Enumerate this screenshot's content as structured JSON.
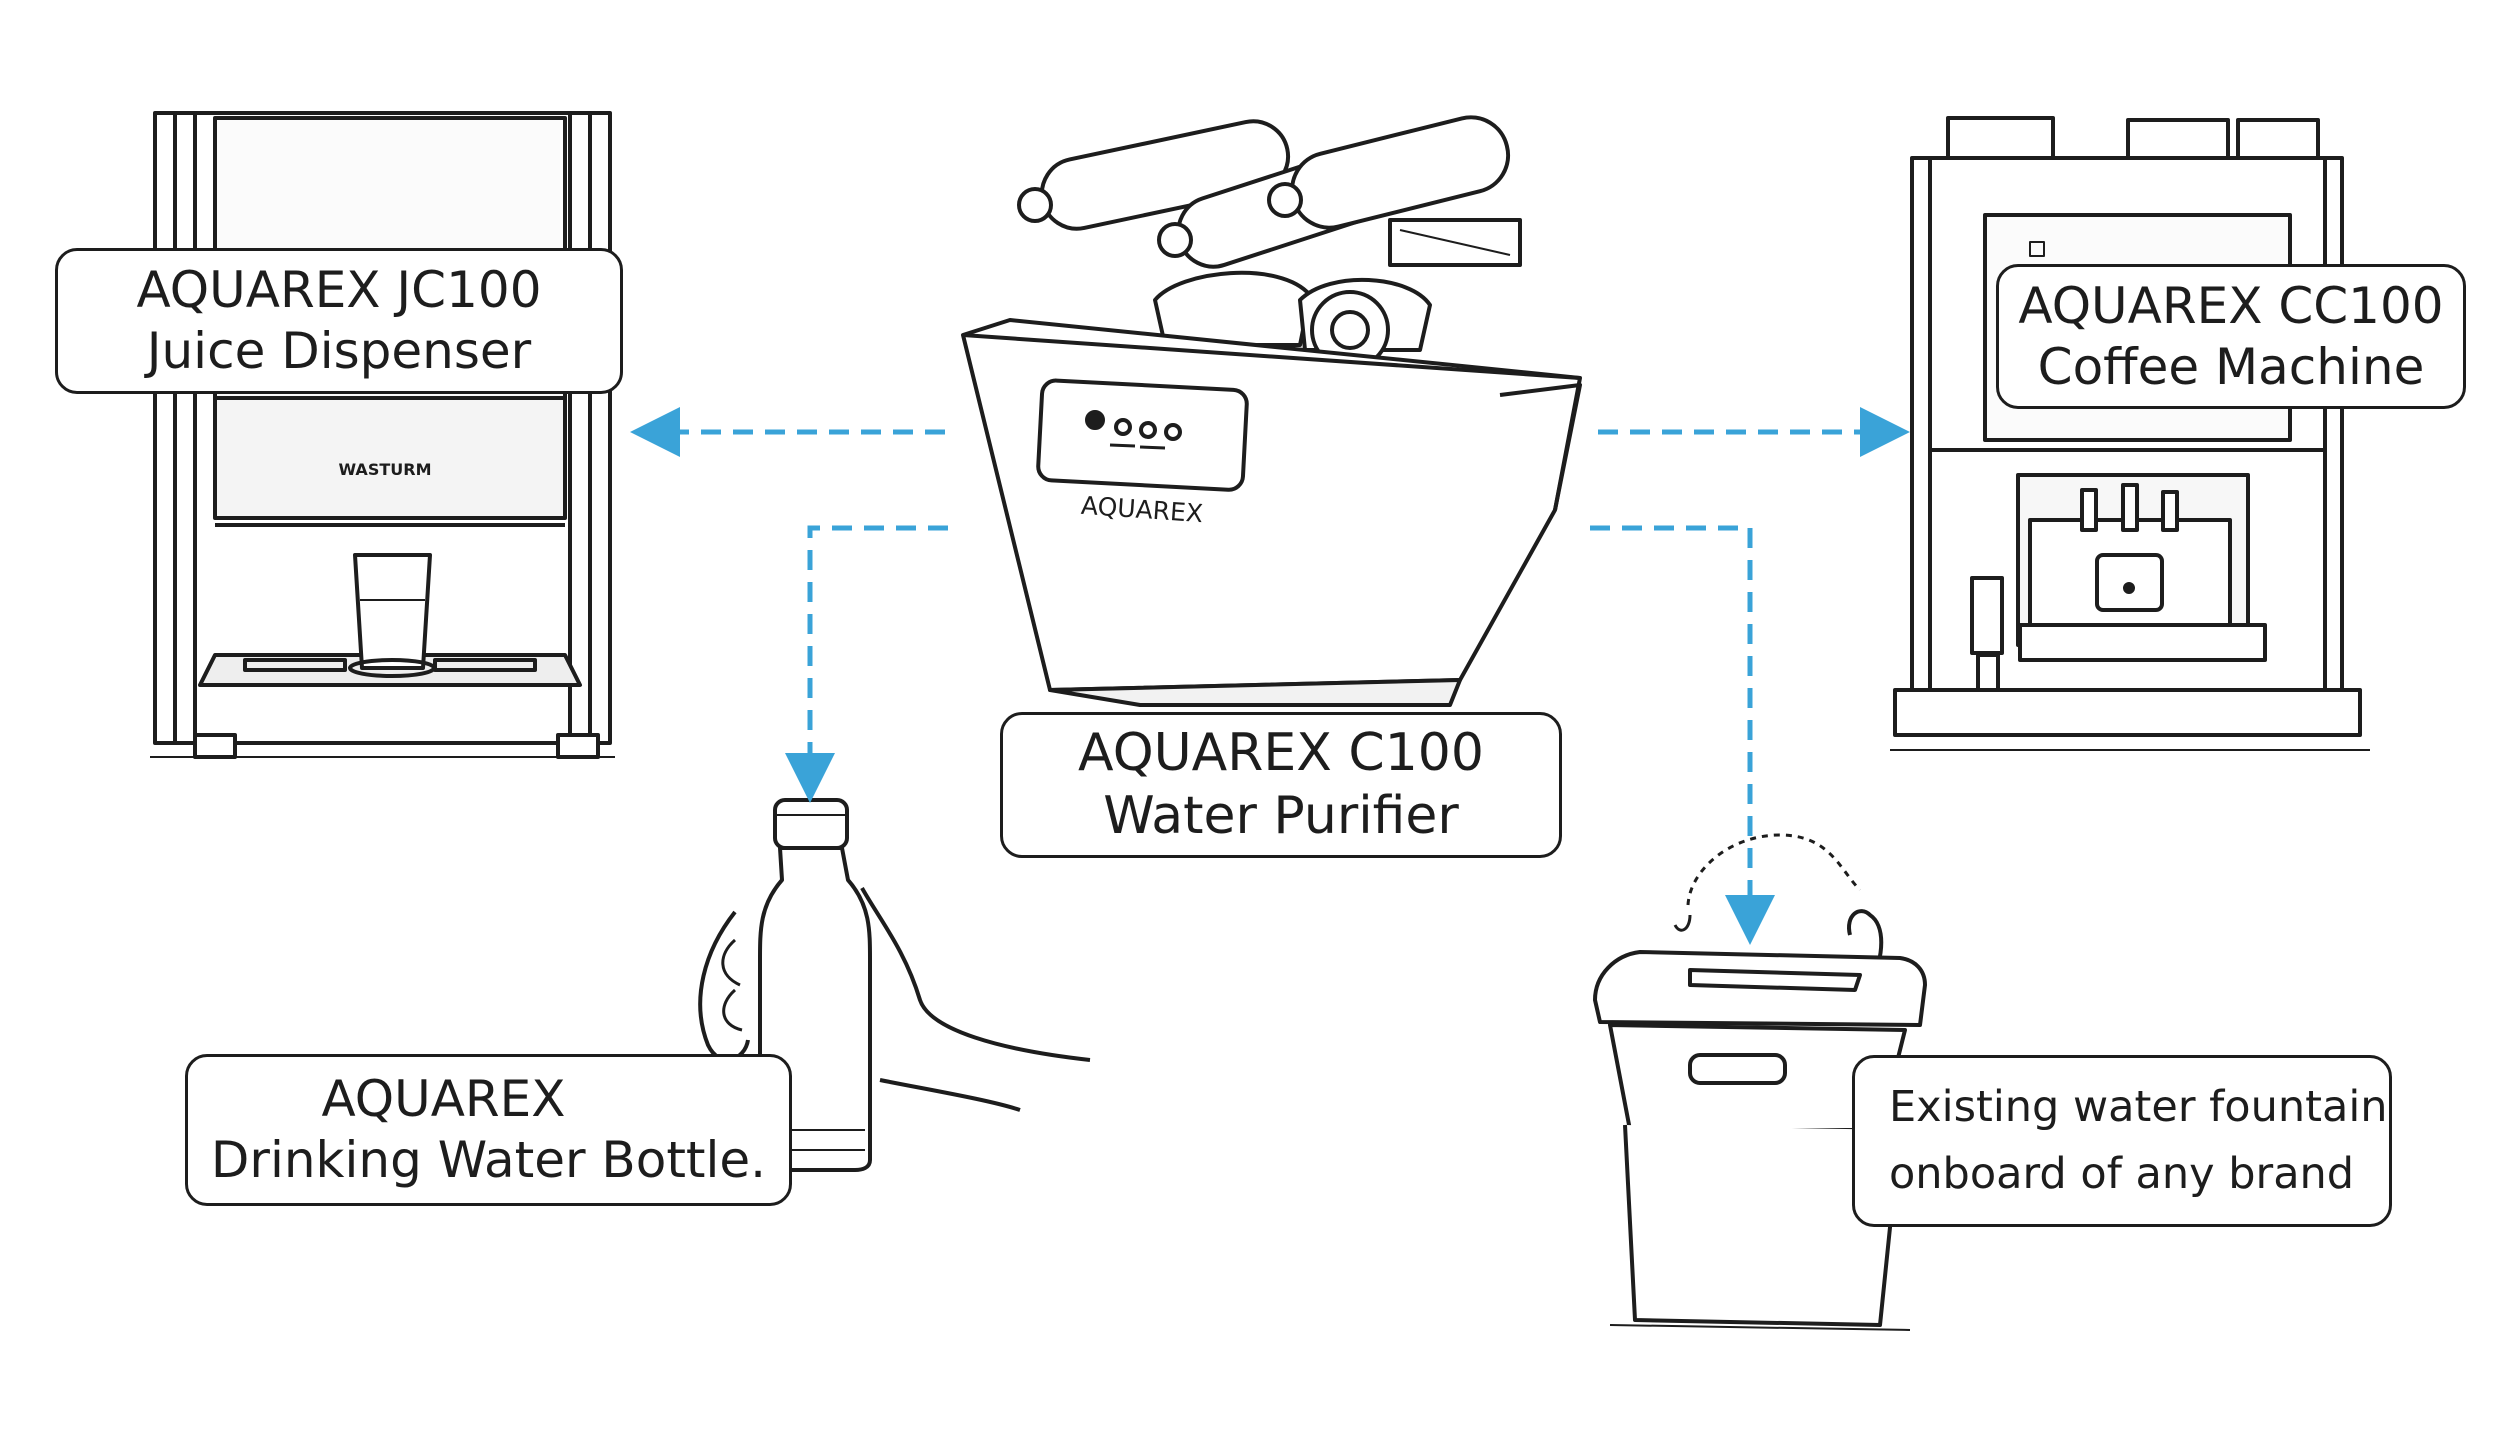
{
  "diagram": {
    "center": {
      "device_brand_text": "AQUAREX",
      "label_line1": "AQUAREX C100",
      "label_line2": "Water Purifier"
    },
    "juice_dispenser": {
      "label_line1": "AQUAREX JC100",
      "label_line2": "Juice Dispenser",
      "panel_logo_text": "WASTURM"
    },
    "coffee_machine": {
      "label_line1": "AQUAREX CC100",
      "label_line2": "Coffee Machine"
    },
    "bottle": {
      "label_line1": "AQUAREX",
      "label_line2": "Drinking Water Bottle."
    },
    "fountain": {
      "label_line1": "Existing water fountain",
      "label_line2": "onboard of any brand"
    },
    "connectors": {
      "color": "#3aa3d8",
      "style": "dashed",
      "targets": [
        "juice-dispenser",
        "coffee-machine",
        "drinking-bottle",
        "water-fountain"
      ]
    },
    "line_art_color": "#1d1d1d"
  }
}
